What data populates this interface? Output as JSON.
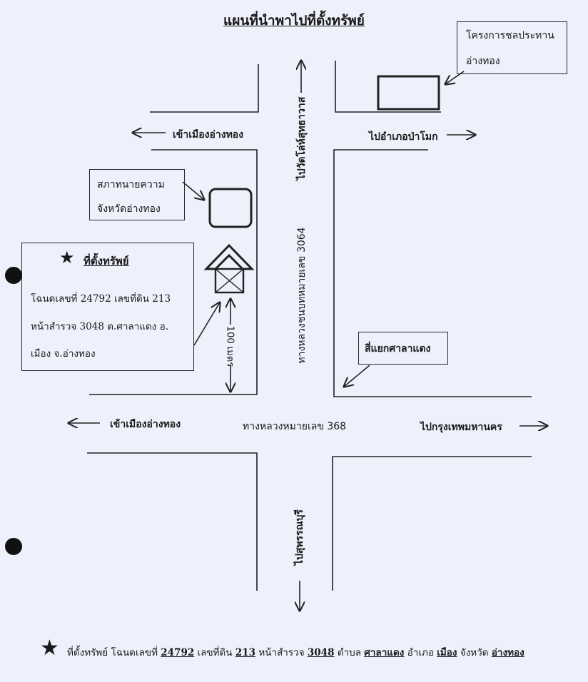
{
  "title": "แผนที่นำพาไปที่ตั้งทรัพย์",
  "landmarks": {
    "irrigation": {
      "line1": "โครงการชลประทาน",
      "line2": "อ่างทอง"
    },
    "lawyers_council": {
      "line1": "สภาทนายความ",
      "line2": "จังหวัดอ่างทอง"
    },
    "intersection": "สี่แยกศาลาแดง"
  },
  "property_box": {
    "heading": "ที่ตั้งทรัพย์",
    "line1": "โฉนดเลขที่ 24792 เลขที่ดิน 213",
    "line2": "หน้าสำรวจ 3048 ต.ศาลาแดง อ.",
    "line3": "เมือง จ.อ่างทอง"
  },
  "directions": {
    "north": "ไปวัดโล่ห์สุทธาวาส",
    "upper_left": "เข้าเมืองอ่างทอง",
    "upper_right": "ไปอำเภอป่าโมก",
    "lower_left": "เข้าเมืองอ่างทอง",
    "lower_right": "ไปกรุงเทพมหานคร",
    "south": "ไปสุพรรณบุรี"
  },
  "roads": {
    "vertical": "ทางหลวงชนบทหมายเลข 3064",
    "horizontal": "ทางหลวงหมายเลข 368"
  },
  "distance": "100 เมตร",
  "footer": {
    "p1": "ที่ตั้งทรัพย์ โฉนดเลขที่",
    "deed": "24792",
    "p2": "เลขที่ดิน",
    "land_no": "213",
    "p3": "หน้าสำรวจ",
    "survey": "3048",
    "p4": "ตำบล",
    "subdistrict": "ศาลาแดง",
    "p5": "อำเภอ",
    "district": "เมือง",
    "p6": "จังหวัด",
    "province": "อ่างทอง"
  }
}
